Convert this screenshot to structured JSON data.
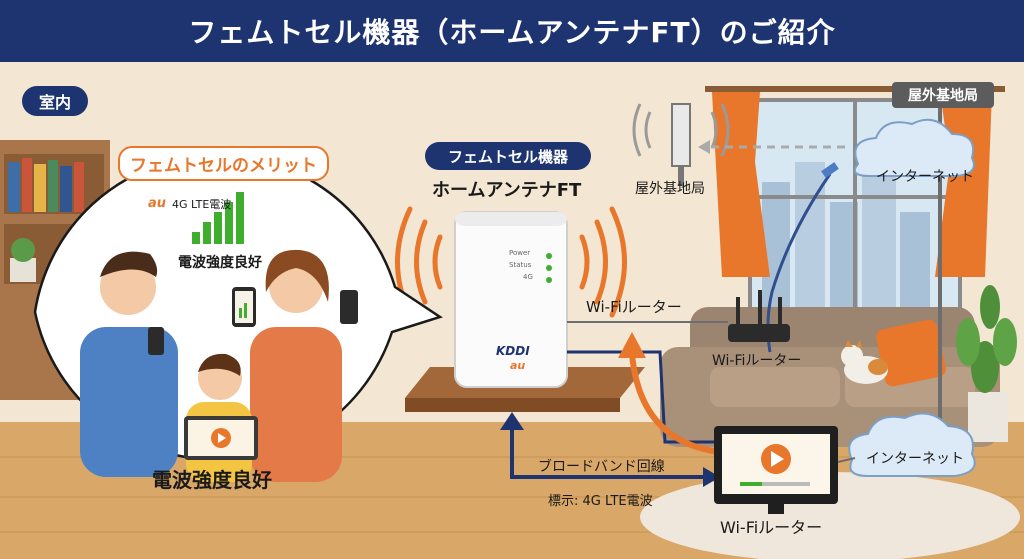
{
  "title": "フェムトセル機器（ホームアンテナFT）のご紹介",
  "indoor_label": "室内",
  "outdoor_label": "屋外基地局",
  "merit": {
    "title": "フェムトセルのメリット",
    "carrier": "au",
    "signal_type": "4G LTE電波",
    "caption": "電波強度良好",
    "bottom_caption": "電波強度良好"
  },
  "device": {
    "pill": "フェムトセル機器",
    "name": "ホームアンテナFT",
    "leds": [
      "Power",
      "Status",
      "4G"
    ],
    "brand": "KDDI",
    "sub_brand": "au"
  },
  "labels": {
    "outdoor_station": "屋外基地局",
    "internet_top": "インターネット",
    "internet_bottom": "インターネット",
    "wifi_router_mid": "Wi-Fiルーター",
    "wifi_router_couch": "Wi-Fiルーター",
    "wifi_router_bottom": "Wi-Fiルーター",
    "broadband": "ブロードバンド回線",
    "indicator": "標示: 4G LTE電波"
  },
  "colors": {
    "navy": "#1e3470",
    "orange": "#e8762b",
    "signal_green": "#3fae2e",
    "cloud_blue": "#dceaf8"
  }
}
